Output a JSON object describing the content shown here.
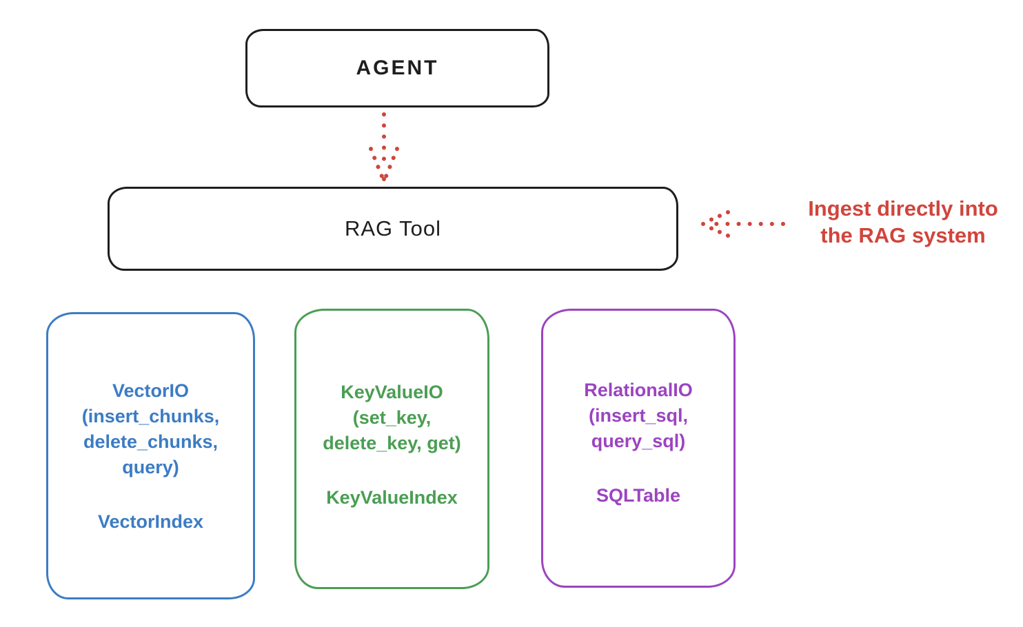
{
  "diagram": {
    "agent": {
      "label": "AGENT"
    },
    "rag_tool": {
      "label": "RAG Tool"
    },
    "annotation": {
      "lines": [
        "Ingest directly into",
        "the RAG system"
      ],
      "color": "#d0453c"
    },
    "arrows": [
      {
        "name": "agent-to-rag-tool",
        "style": "dotted",
        "direction": "down",
        "color": "#d0453c"
      },
      {
        "name": "annotation-to-rag-tool",
        "style": "dotted",
        "direction": "left",
        "color": "#d0453c"
      }
    ],
    "stores": [
      {
        "name": "vector-io",
        "color": "#3b7cc4",
        "lines": [
          "VectorIO",
          "(insert_chunks,",
          "delete_chunks,",
          "query)"
        ],
        "index_label": "VectorIndex"
      },
      {
        "name": "keyvalue-io",
        "color": "#4a9e53",
        "lines": [
          "KeyValueIO",
          "(set_key,",
          "delete_key, get)"
        ],
        "index_label": "KeyValueIndex"
      },
      {
        "name": "relational-io",
        "color": "#9c44c0",
        "lines": [
          "RelationalIO",
          "(insert_sql,",
          "query_sql)"
        ],
        "index_label": "SQLTable"
      }
    ],
    "colors": {
      "ink": "#1e1e1e",
      "red": "#d0453c",
      "blue": "#3b7cc4",
      "green": "#4a9e53",
      "purple": "#9c44c0"
    }
  }
}
